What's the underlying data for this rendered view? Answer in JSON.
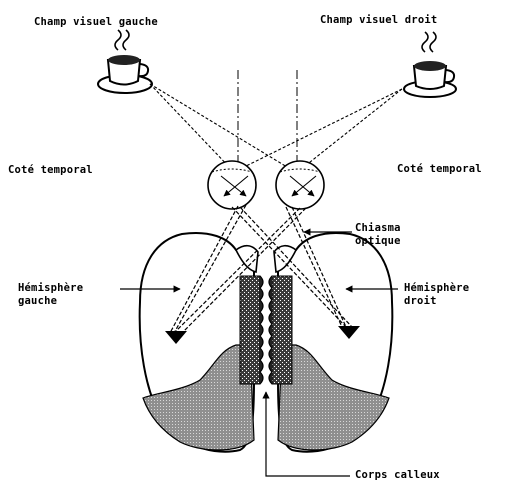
{
  "labels": {
    "left_visual_field": "Champ visuel gauche",
    "right_visual_field": "Champ visuel droit",
    "temporal_left": "Coté temporal",
    "temporal_right": "Coté temporal",
    "chiasm_line1": "Chiasma",
    "chiasm_line2": "optique",
    "left_hemisphere_line1": "Hémisphère",
    "left_hemisphere_line2": "gauche",
    "right_hemisphere_line1": "Hémisphère",
    "right_hemisphere_line2": "droit",
    "corpus_callosum": "Corps calleux"
  },
  "objects": {
    "left_stimulus": "coffee-cup-icon",
    "right_stimulus": "coffee-cup-icon"
  },
  "colors": {
    "ink": "#000000",
    "shade": "#9a9a9a",
    "fibers": "#2b2b2b",
    "background": "#ffffff"
  }
}
